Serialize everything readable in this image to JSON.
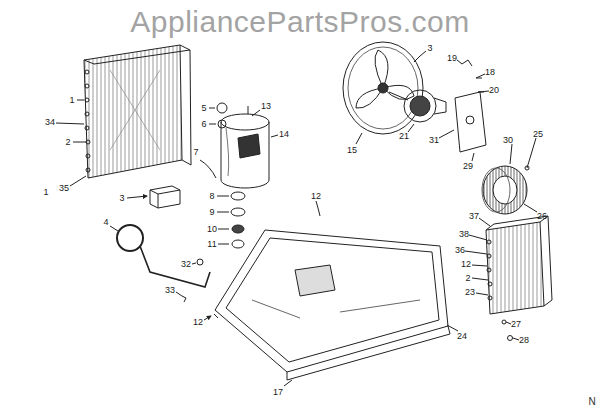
{
  "diagram": {
    "labels": [
      "AppliancePartsPros.com",
      "1",
      "34",
      "2",
      "1",
      "35",
      "5",
      "6",
      "13",
      "14",
      "7",
      "3",
      "8",
      "9",
      "10",
      "11",
      "4",
      "32",
      "33",
      "12",
      "12",
      "17",
      "15",
      "3",
      "19",
      "18",
      "20",
      "21",
      "31",
      "29",
      "30",
      "25",
      "26",
      "37",
      "38",
      "36",
      "12",
      "2",
      "23",
      "24",
      "27",
      "28",
      "N"
    ]
  }
}
